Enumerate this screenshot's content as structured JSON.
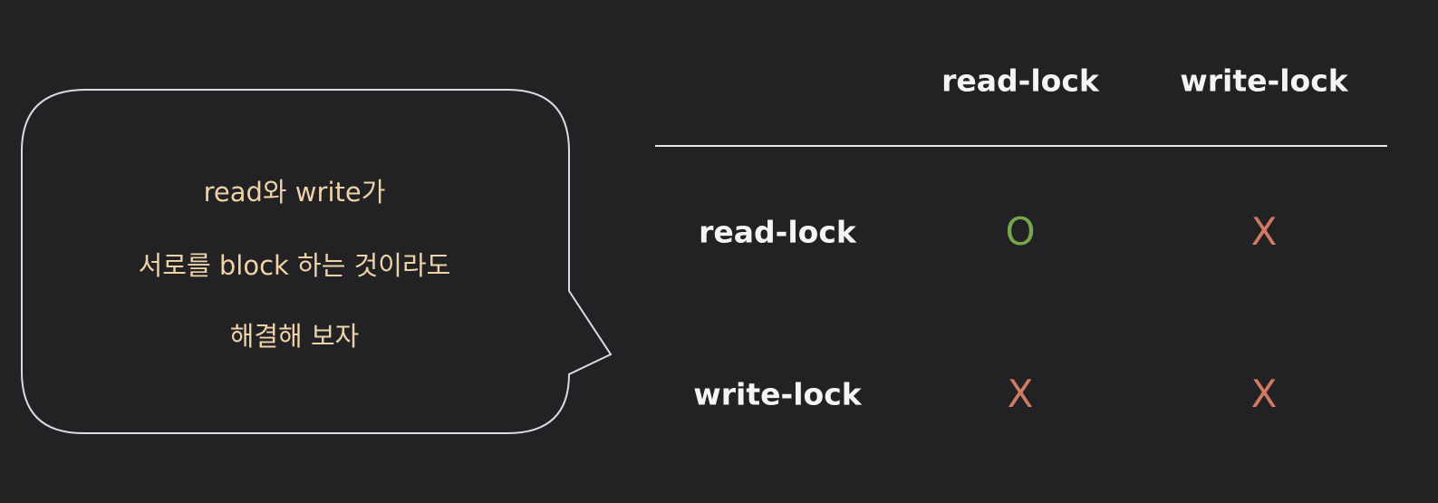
{
  "speech_bubble": {
    "lines": [
      "read와 write가",
      "서로를 block 하는 것이라도",
      "해결해 보자"
    ]
  },
  "matrix": {
    "column_headers": [
      "read-lock",
      "write-lock"
    ],
    "row_headers": [
      "read-lock",
      "write-lock"
    ],
    "cells": [
      [
        "O",
        "X"
      ],
      [
        "X",
        "X"
      ]
    ]
  },
  "colors": {
    "background": "#222124",
    "bubble_text": "#efd3a8",
    "header_text": "#f4f4f4",
    "compatible": "#77a64d",
    "incompatible": "#d07a63"
  }
}
